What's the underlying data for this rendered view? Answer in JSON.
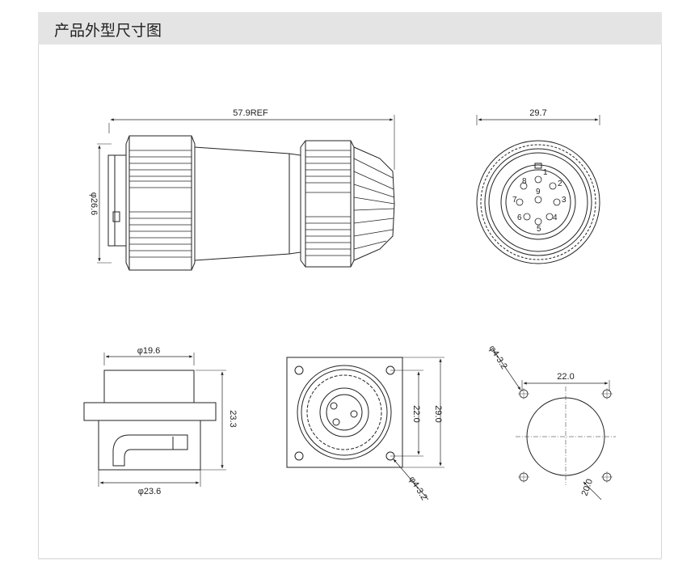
{
  "header": {
    "title": "产品外型尺寸图"
  },
  "dims": {
    "length": "57.9REF",
    "dia_plug": "φ26.6",
    "face_width": "29.7",
    "dia_196": "φ19.6",
    "h_233": "23.3",
    "dia_236": "φ23.6",
    "hole_spacing": "22.0",
    "flange": "29.0",
    "holes_a": "φ4-3.2",
    "holes_b": "φ4-3.2",
    "cut_spacing": "22.0",
    "cut_dia": "20.0"
  },
  "pins": [
    "1",
    "2",
    "3",
    "4",
    "5",
    "6",
    "7",
    "8",
    "9"
  ],
  "colors": {
    "line": "#222222",
    "header_bg": "#e4e4e4",
    "border": "#d6d6d6"
  }
}
